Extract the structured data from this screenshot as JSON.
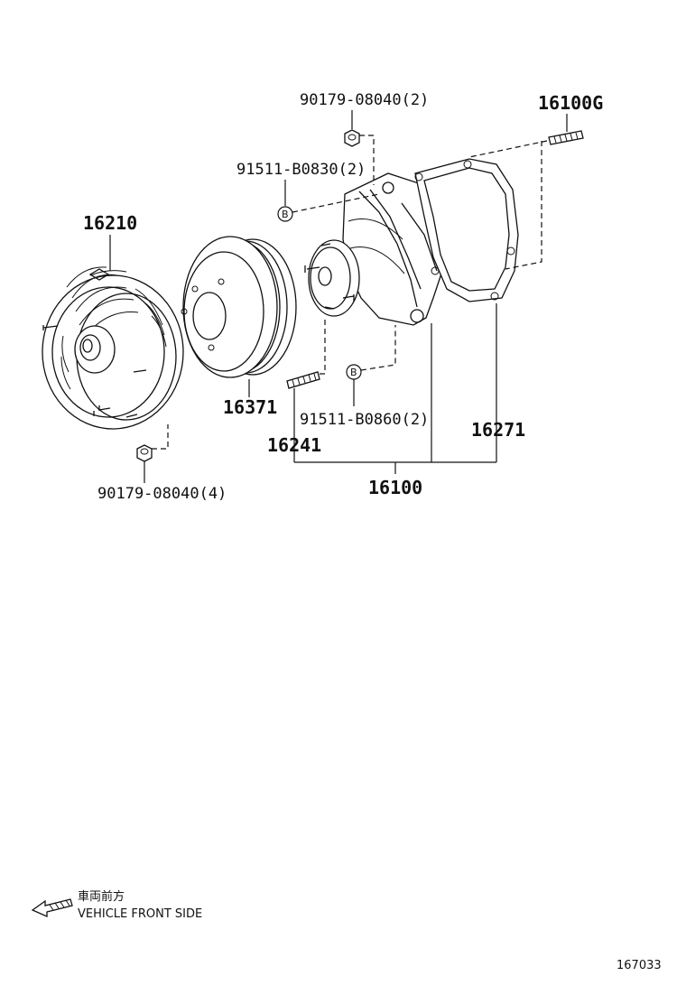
{
  "labels": {
    "nut_top": "90179-08040(2)",
    "stud_top": "16100G",
    "bolt_top": "91511-B0830(2)",
    "fan_coupling": "16210",
    "pulley": "16371",
    "bolt_bottom": "91511-B0860(2)",
    "gasket": "16271",
    "stud_left": "16241",
    "water_pump": "16100",
    "nut_bottom": "90179-08040(4)"
  },
  "callout": {
    "marker_top": "B",
    "marker_bottom": "B"
  },
  "footer": {
    "direction_jp": "車両前方",
    "direction_en": "VEHICLE FRONT SIDE",
    "diagram_code": "167033"
  },
  "colors": {
    "line": "#111111",
    "background": "#ffffff"
  }
}
